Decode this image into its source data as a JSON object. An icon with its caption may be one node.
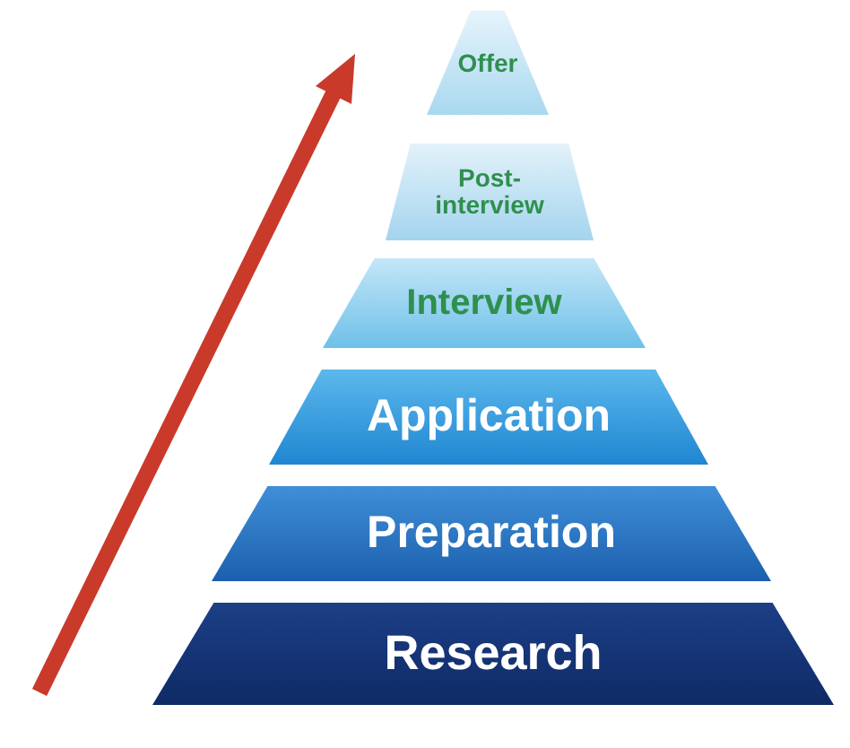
{
  "diagram": {
    "nodes": [
      {
        "text": [
          "Offer"
        ]
      },
      {
        "text": [
          "Post-interview"
        ]
      },
      {
        "text": [
          "Interview"
        ]
      },
      {
        "text": [
          "Application"
        ]
      },
      {
        "text": [
          "Preparation"
        ]
      },
      {
        "text": [
          "Research"
        ]
      }
    ]
  }
}
